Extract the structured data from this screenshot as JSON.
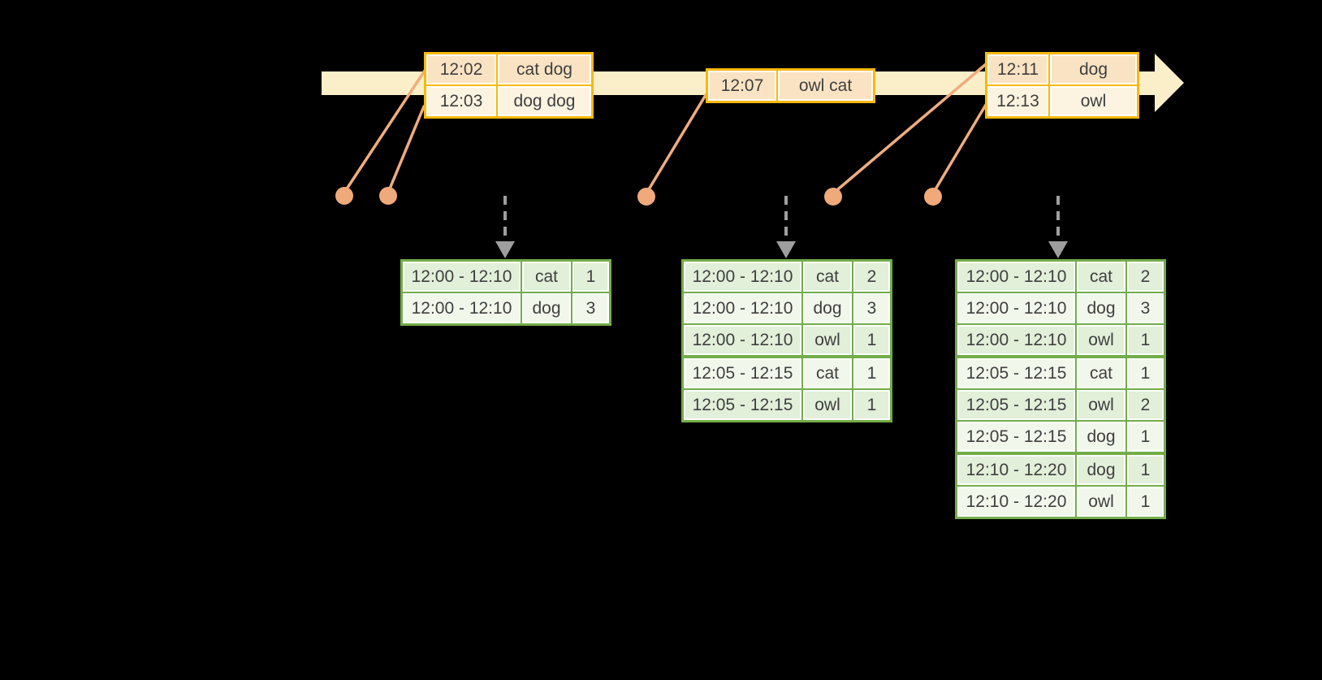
{
  "diagram_title": "",
  "colors": {
    "background": "#000000",
    "timeline_band": "#fbefc9",
    "event_border": "#f8b90a",
    "event_row_dark": "#fae3c3",
    "event_row_light": "#fcf3e0",
    "connector": "#f0ac7e",
    "trigger_arrow": "#9e9e9e",
    "result_border": "#73ad4a",
    "result_row_dark": "#e2efd9",
    "result_row_light": "#f2f7ec",
    "text": "#3f3f3f"
  },
  "events": {
    "tables": [
      {
        "rows": [
          {
            "time": "12:02",
            "words": "cat dog"
          },
          {
            "time": "12:03",
            "words": "dog dog"
          }
        ]
      },
      {
        "rows": [
          {
            "time": "12:07",
            "words": "owl cat"
          }
        ]
      },
      {
        "rows": [
          {
            "time": "12:11",
            "words": "dog"
          },
          {
            "time": "12:13",
            "words": "owl"
          }
        ]
      }
    ]
  },
  "results": {
    "tables": [
      {
        "groups": [
          [
            {
              "window": "12:00 - 12:10",
              "word": "cat",
              "count": "1"
            },
            {
              "window": "12:00 - 12:10",
              "word": "dog",
              "count": "3"
            }
          ]
        ]
      },
      {
        "groups": [
          [
            {
              "window": "12:00 - 12:10",
              "word": "cat",
              "count": "2"
            },
            {
              "window": "12:00 - 12:10",
              "word": "dog",
              "count": "3"
            },
            {
              "window": "12:00 - 12:10",
              "word": "owl",
              "count": "1"
            }
          ],
          [
            {
              "window": "12:05 - 12:15",
              "word": "cat",
              "count": "1"
            },
            {
              "window": "12:05 - 12:15",
              "word": "owl",
              "count": "1"
            }
          ]
        ]
      },
      {
        "groups": [
          [
            {
              "window": "12:00 - 12:10",
              "word": "cat",
              "count": "2"
            },
            {
              "window": "12:00 - 12:10",
              "word": "dog",
              "count": "3"
            },
            {
              "window": "12:00 - 12:10",
              "word": "owl",
              "count": "1"
            }
          ],
          [
            {
              "window": "12:05 - 12:15",
              "word": "cat",
              "count": "1"
            },
            {
              "window": "12:05 - 12:15",
              "word": "owl",
              "count": "2"
            },
            {
              "window": "12:05 - 12:15",
              "word": "dog",
              "count": "1"
            }
          ],
          [
            {
              "window": "12:10 - 12:20",
              "word": "dog",
              "count": "1"
            },
            {
              "window": "12:10 - 12:20",
              "word": "owl",
              "count": "1"
            }
          ]
        ]
      }
    ]
  }
}
